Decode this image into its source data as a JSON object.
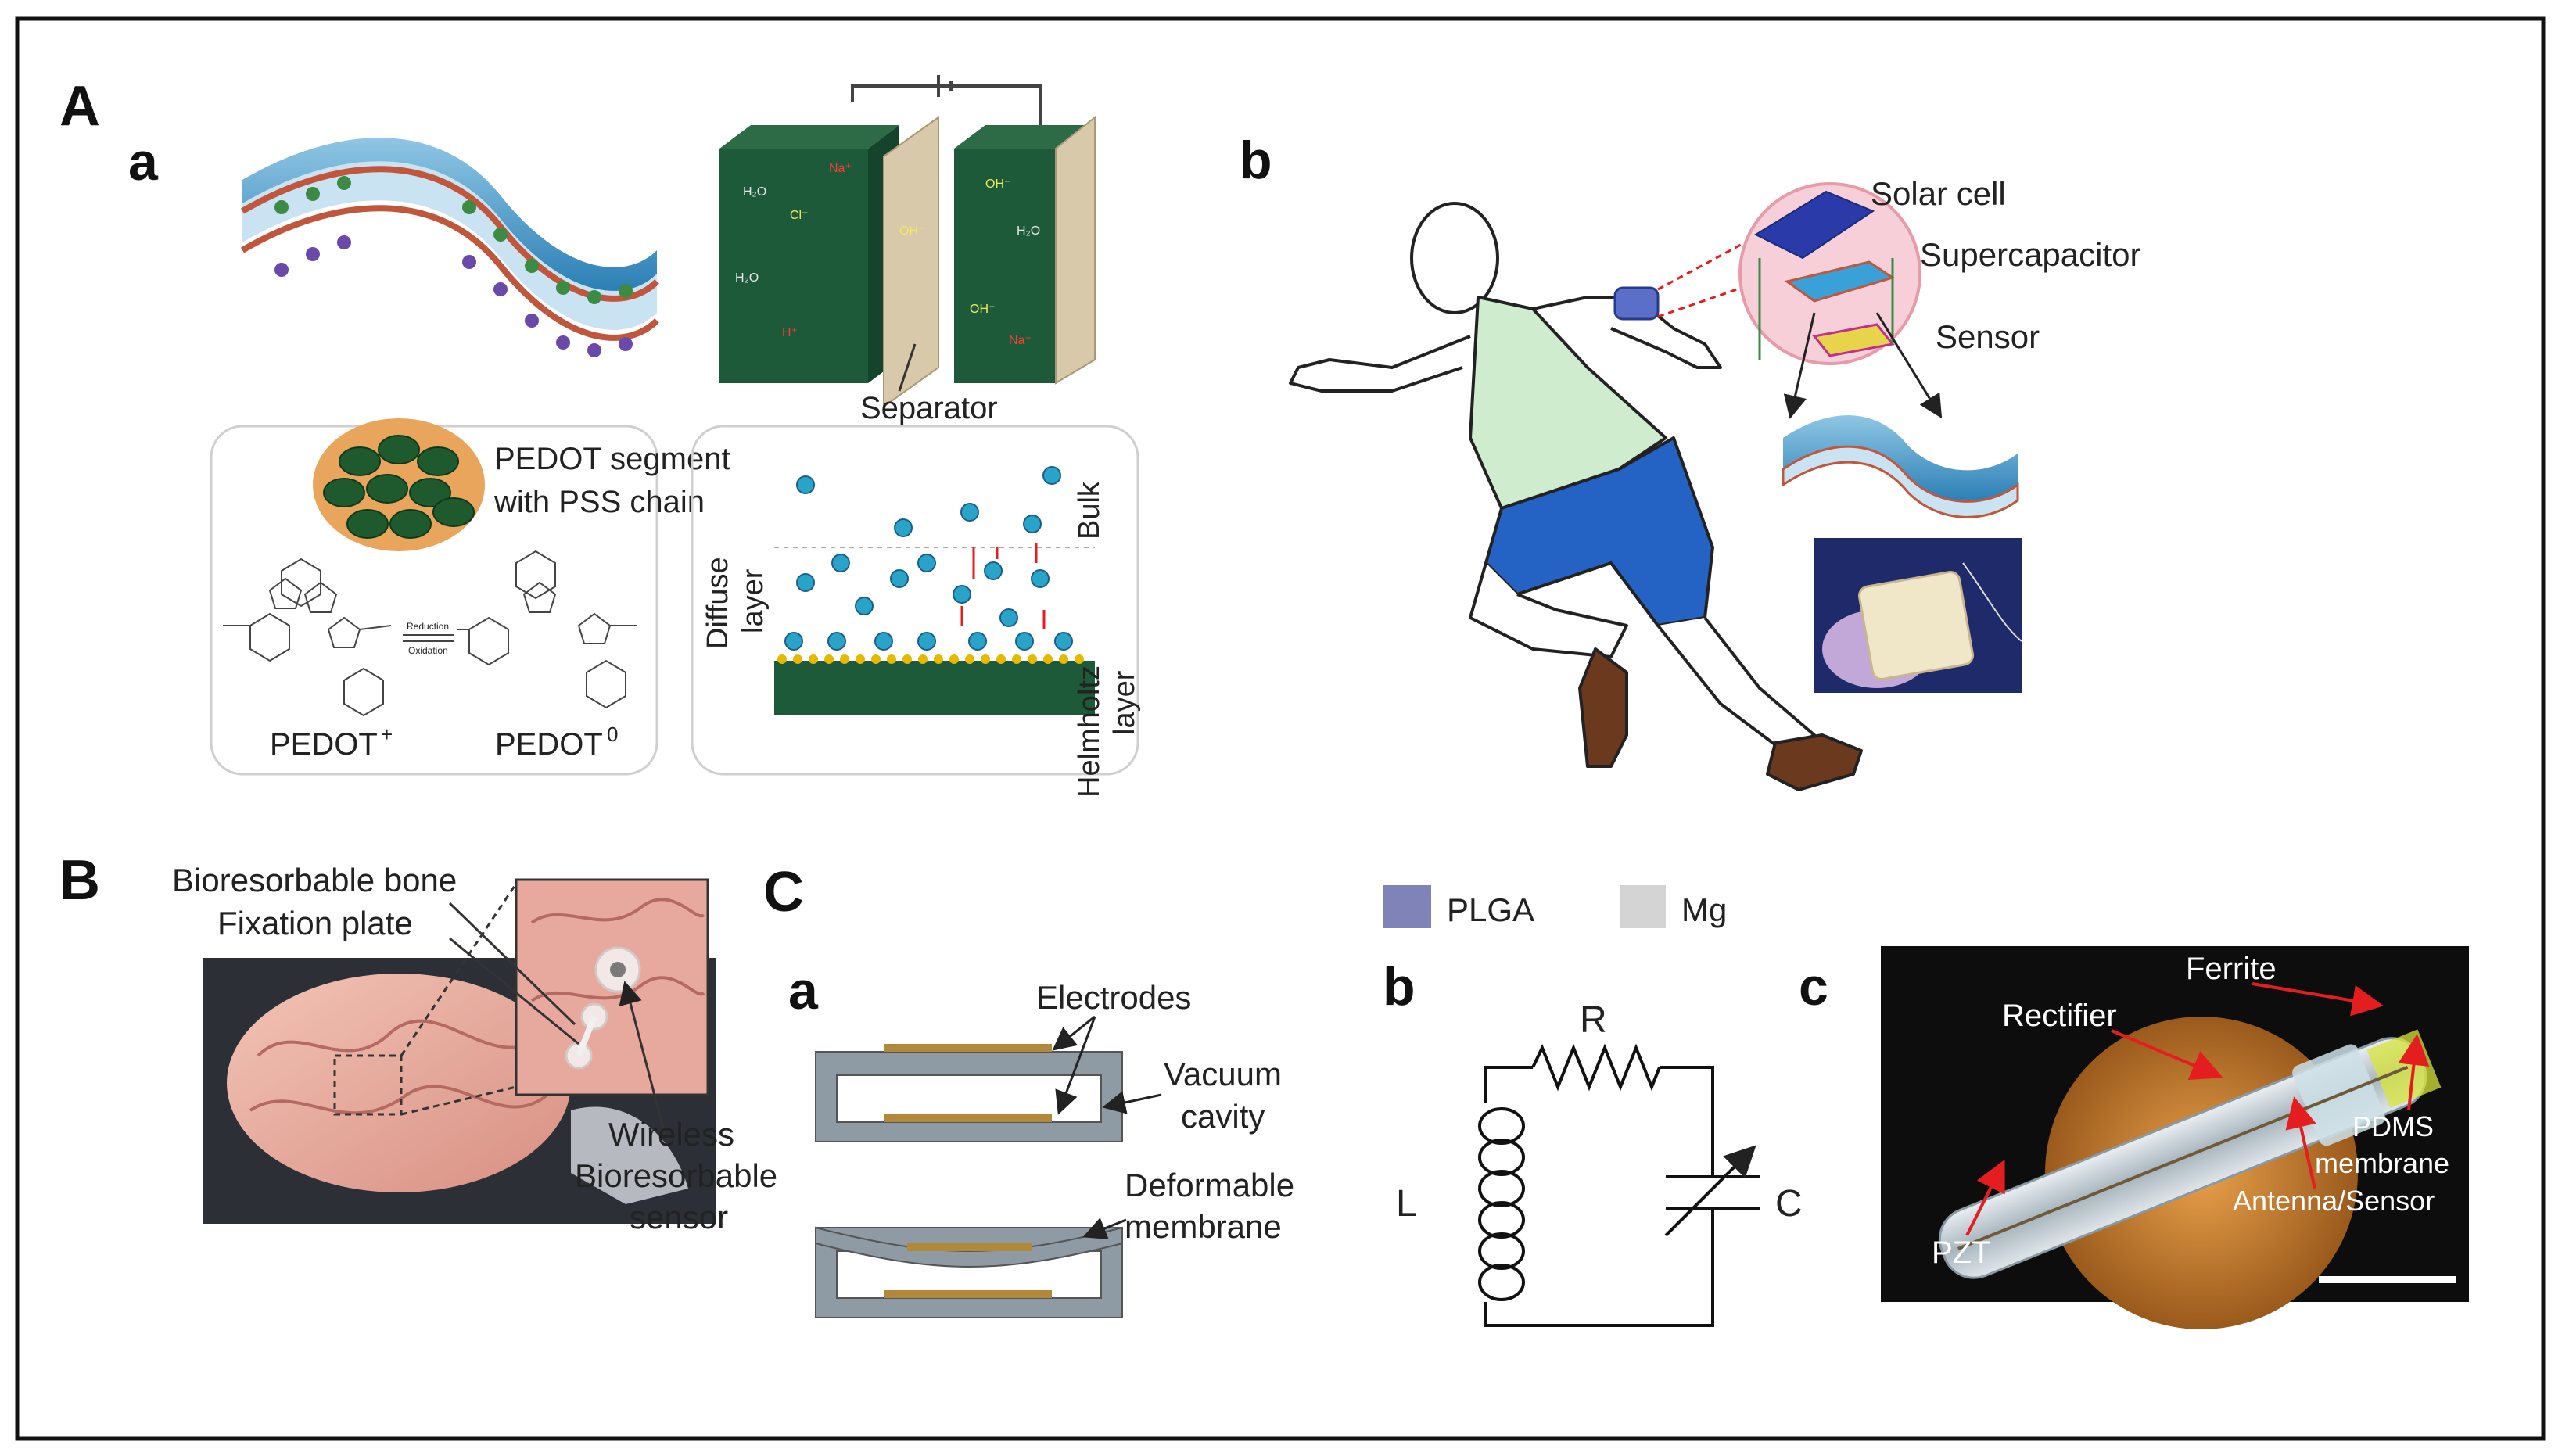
{
  "panels": {
    "A": "A",
    "Aa": "a",
    "Ab": "b",
    "B": "B",
    "C": "C",
    "Ca": "a",
    "Cb": "b",
    "Cc": "c"
  },
  "panel_a": {
    "separator": "Separator",
    "pedot_segment_line1": "PEDOT segment",
    "pedot_segment_line2": "with PSS chain",
    "pedot_plus": "PEDOT",
    "pedot_plus_sup": "+",
    "pedot_zero": "PEDOT",
    "pedot_zero_sup": "0",
    "reaction_top": "Reduction",
    "reaction_bottom": "Oxidation",
    "bulk": "Bulk",
    "diffuse_line1": "Diffuse",
    "diffuse_line2": "layer",
    "helmholtz_line1": "Helmholtz",
    "helmholtz_line2": "layer",
    "ions": [
      "H₂O",
      "Cl⁻",
      "Na⁺",
      "OH⁻",
      "H⁺"
    ]
  },
  "panel_b": {
    "solar_cell": "Solar cell",
    "supercapacitor": "Supercapacitor",
    "sensor": "Sensor"
  },
  "panel_B": {
    "plate_line1": "Bioresorbable bone",
    "plate_line2": "Fixation plate",
    "sensor_line1": "Wireless",
    "sensor_line2": "Bioresorbable",
    "sensor_line3": "sensor"
  },
  "panel_C": {
    "legend": [
      {
        "label": "PLGA",
        "color": "#7f83b8"
      },
      {
        "label": "Mg",
        "color": "#d4d4d4"
      }
    ],
    "electrodes": "Electrodes",
    "vacuum_line1": "Vacuum",
    "vacuum_line2": "cavity",
    "deformable_line1": "Deformable",
    "deformable_line2": "membrane",
    "R": "R",
    "L": "L",
    "C": "C",
    "ferrite": "Ferrite",
    "rectifier": "Rectifier",
    "pdms_line1": "PDMS",
    "pdms_line2": "membrane",
    "antenna": "Antenna/Sensor",
    "pzt": "PZT"
  },
  "colors": {
    "arrow_red": "#e41e1e",
    "electrolyte_green": "#1c5a3a",
    "pink_zoom": "#f6cfd8",
    "shirt": "#cfeccf",
    "shorts": "#2462c4",
    "shoes": "#6b3a1e"
  }
}
